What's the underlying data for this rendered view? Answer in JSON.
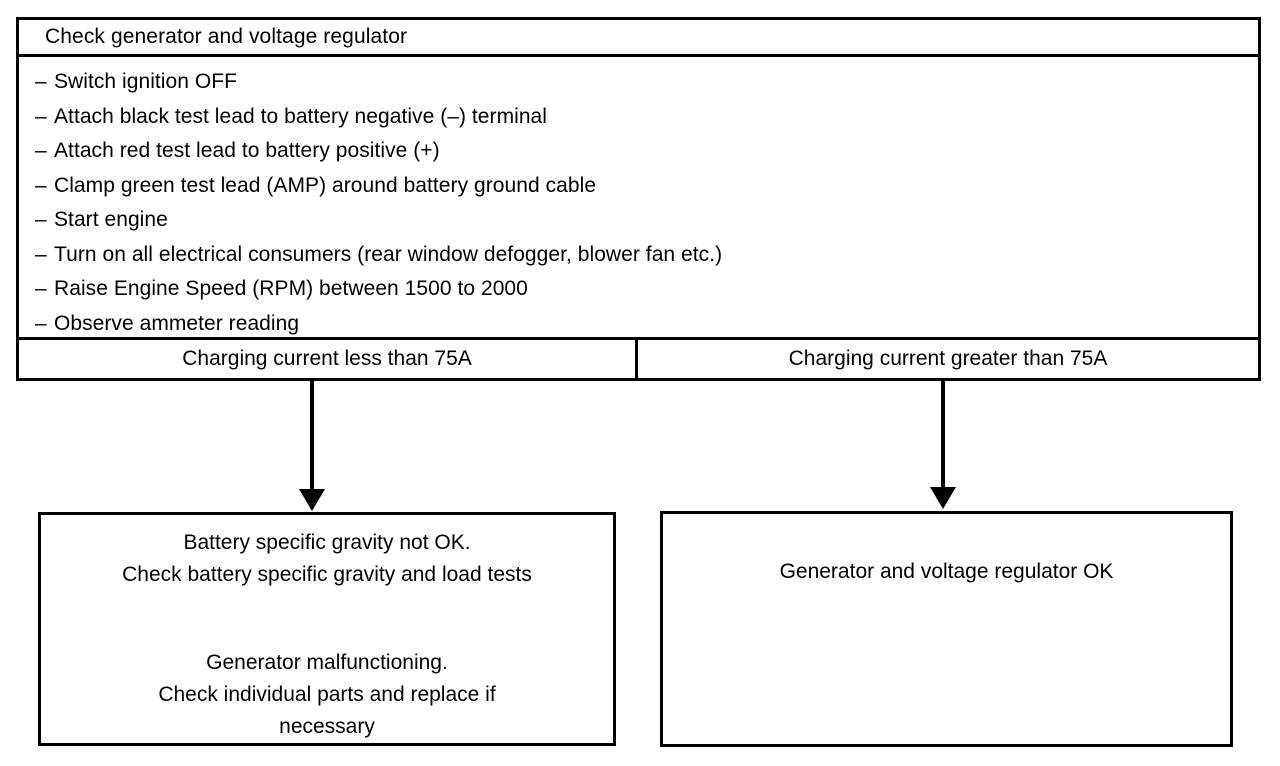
{
  "diagram": {
    "type": "flowchart",
    "title": "Check generator and voltage regulator",
    "top_box": {
      "header": "Check generator and voltage regulator",
      "dash": "–",
      "steps": [
        "Switch ignition OFF",
        "Attach black test lead to battery negative (–) terminal",
        "Attach red test lead to battery positive (+)",
        "Clamp green test lead (AMP) around battery ground cable",
        "Start engine",
        "Turn on all electrical consumers (rear window defogger, blower fan etc.)",
        "Raise Engine Speed (RPM) between 1500 to 2000",
        "Observe ammeter reading"
      ],
      "results": [
        "Charging current less than 75A",
        "Charging current greater than 75A"
      ]
    },
    "outcomes": {
      "left": {
        "block_one": [
          "Battery specific gravity not OK.",
          "Check battery specific gravity and load tests"
        ],
        "block_two": [
          "Generator malfunctioning.",
          "Check individual parts and replace if",
          "necessary"
        ]
      },
      "right": {
        "text": "Generator and voltage regulator OK"
      }
    },
    "colors": {
      "stroke": "#000000",
      "background": "#ffffff",
      "text": "#000000"
    }
  }
}
